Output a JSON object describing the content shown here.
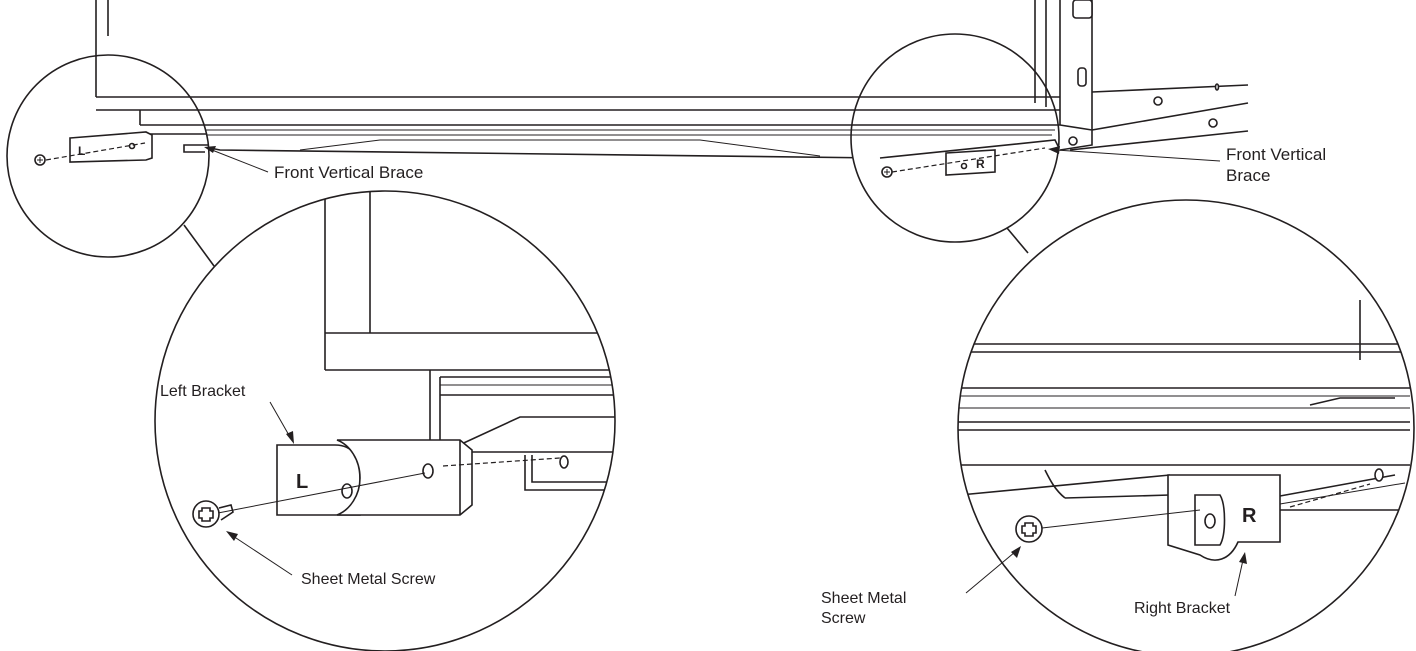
{
  "labels": {
    "front_vertical_brace_left": "Front Vertical Brace",
    "front_vertical_brace_right_line1": "Front Vertical",
    "front_vertical_brace_right_line2": "Brace",
    "left_bracket": "Left Bracket",
    "sheet_metal_screw_left": "Sheet Metal Screw",
    "sheet_metal_screw_right_line1": "Sheet Metal",
    "sheet_metal_screw_right_line2": "Screw",
    "right_bracket": "Right Bracket"
  },
  "bracket_marks": {
    "left": "L",
    "right": "R"
  },
  "colors": {
    "ink": "#231f20",
    "background": "#ffffff"
  }
}
